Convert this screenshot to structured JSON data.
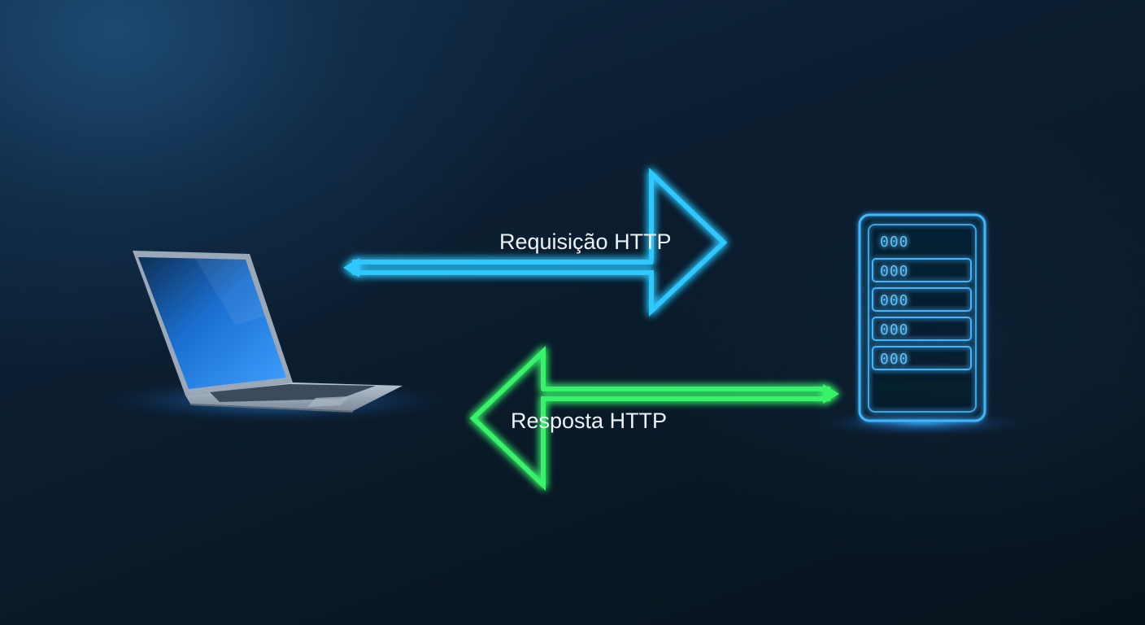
{
  "diagram": {
    "request_label": "Requisição HTTP",
    "response_label": "Resposta HTTP",
    "server_slots": [
      "000",
      "000",
      "000",
      "000",
      "000"
    ]
  },
  "colors": {
    "request_arrow": "#2ec8ff",
    "response_arrow": "#39f26a",
    "server_outline": "#3fb6ff",
    "laptop_screen": "#1a6fd0"
  },
  "icons": {
    "client": "laptop-icon",
    "server": "server-rack-icon"
  }
}
